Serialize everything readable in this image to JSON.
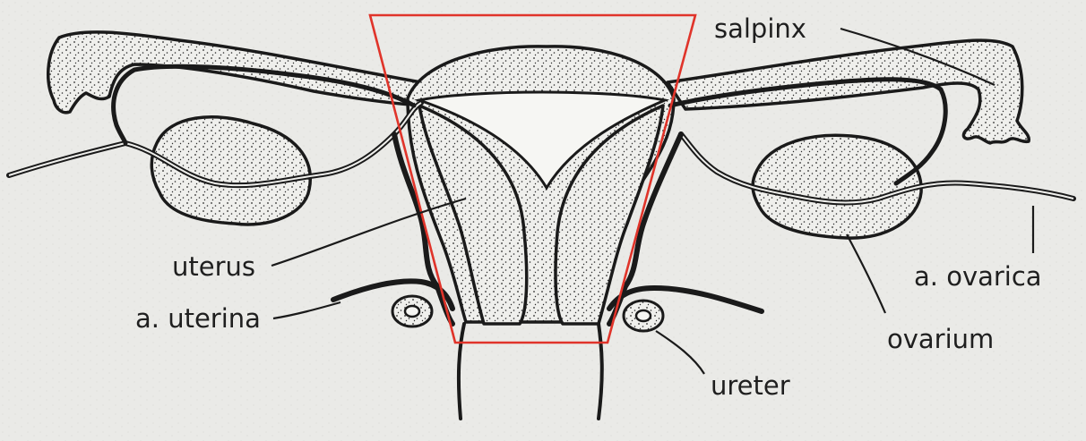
{
  "labels": {
    "salpinx": "salpinx",
    "uterus": "uterus",
    "a_uterina": "a. uterina",
    "a_ovarica": "a. ovarica",
    "ovarium": "ovarium",
    "ureter": "ureter"
  },
  "colors": {
    "background": "#e9e9e6",
    "ink": "#1a1a1a",
    "highlight_frame": "#e0342a"
  }
}
